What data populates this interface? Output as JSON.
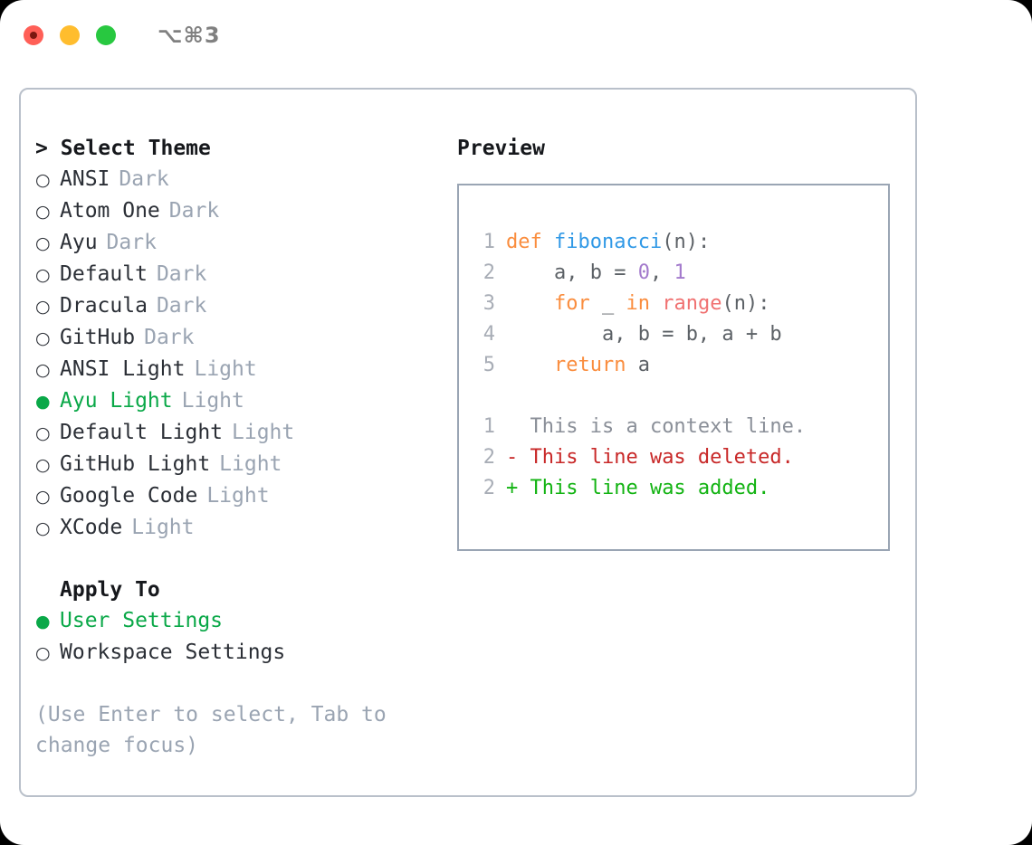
{
  "window": {
    "shortcut": "⌥⌘3",
    "traffic_lights": [
      "close",
      "minimize",
      "maximize"
    ],
    "accent_green": "#0aa848",
    "border_color": "#b9c0ca"
  },
  "theme_list": {
    "header": "> Select Theme",
    "items": [
      {
        "bullet": "○",
        "name": "ANSI",
        "tag": "Dark",
        "selected": false
      },
      {
        "bullet": "○",
        "name": "Atom One",
        "tag": "Dark",
        "selected": false
      },
      {
        "bullet": "○",
        "name": "Ayu",
        "tag": "Dark",
        "selected": false
      },
      {
        "bullet": "○",
        "name": "Default",
        "tag": "Dark",
        "selected": false
      },
      {
        "bullet": "○",
        "name": "Dracula",
        "tag": "Dark",
        "selected": false
      },
      {
        "bullet": "○",
        "name": "GitHub",
        "tag": "Dark",
        "selected": false
      },
      {
        "bullet": "○",
        "name": "ANSI Light",
        "tag": "Light",
        "selected": false
      },
      {
        "bullet": "●",
        "name": "Ayu Light",
        "tag": "Light",
        "selected": true
      },
      {
        "bullet": "○",
        "name": "Default Light",
        "tag": "Light",
        "selected": false
      },
      {
        "bullet": "○",
        "name": "GitHub Light",
        "tag": "Light",
        "selected": false
      },
      {
        "bullet": "○",
        "name": "Google Code",
        "tag": "Light",
        "selected": false
      },
      {
        "bullet": "○",
        "name": "XCode",
        "tag": "Light",
        "selected": false
      }
    ]
  },
  "apply_to": {
    "header": "Apply To",
    "items": [
      {
        "bullet": "●",
        "name": "User Settings",
        "selected": true
      },
      {
        "bullet": "○",
        "name": "Workspace Settings",
        "selected": false
      }
    ]
  },
  "hint": {
    "line1": "(Use Enter to select, Tab to",
    "line2": "change focus)"
  },
  "preview": {
    "header": "Preview",
    "code": [
      {
        "ln": "1",
        "tokens": [
          {
            "t": "def",
            "c": "kw"
          },
          {
            "t": " ",
            "c": "pun"
          },
          {
            "t": "fibonacci",
            "c": "fn"
          },
          {
            "t": "(n):",
            "c": "pun"
          }
        ]
      },
      {
        "ln": "2",
        "tokens": [
          {
            "t": "    a, b ",
            "c": "var"
          },
          {
            "t": "= ",
            "c": "pun"
          },
          {
            "t": "0",
            "c": "num"
          },
          {
            "t": ", ",
            "c": "pun"
          },
          {
            "t": "1",
            "c": "num"
          }
        ]
      },
      {
        "ln": "3",
        "tokens": [
          {
            "t": "    ",
            "c": "pun"
          },
          {
            "t": "for",
            "c": "kw"
          },
          {
            "t": " _ ",
            "c": "var"
          },
          {
            "t": "in",
            "c": "kw"
          },
          {
            "t": " ",
            "c": "pun"
          },
          {
            "t": "range",
            "c": "blt"
          },
          {
            "t": "(n):",
            "c": "pun"
          }
        ]
      },
      {
        "ln": "4",
        "tokens": [
          {
            "t": "        a, b ",
            "c": "var"
          },
          {
            "t": "= ",
            "c": "pun"
          },
          {
            "t": "b, a + b",
            "c": "var"
          }
        ]
      },
      {
        "ln": "5",
        "tokens": [
          {
            "t": "    ",
            "c": "pun"
          },
          {
            "t": "return",
            "c": "kw"
          },
          {
            "t": " a",
            "c": "var"
          }
        ]
      }
    ],
    "diff": [
      {
        "ln": "1",
        "marker": " ",
        "text": " This is a context line.",
        "kind": "diff-ctx"
      },
      {
        "ln": "2",
        "marker": "-",
        "text": " This line was deleted.",
        "kind": "diff-del"
      },
      {
        "ln": "2",
        "marker": "+",
        "text": " This line was added.",
        "kind": "diff-add"
      }
    ]
  },
  "syntax_colors": {
    "keyword": "#fa8d3e",
    "function": "#3199e6",
    "number": "#a37acc",
    "builtin": "#f07171",
    "text": "#5c6166",
    "line_number": "#a8adb6",
    "diff_context": "#8a8f98",
    "diff_deleted": "#c82828",
    "diff_added": "#12b312"
  }
}
